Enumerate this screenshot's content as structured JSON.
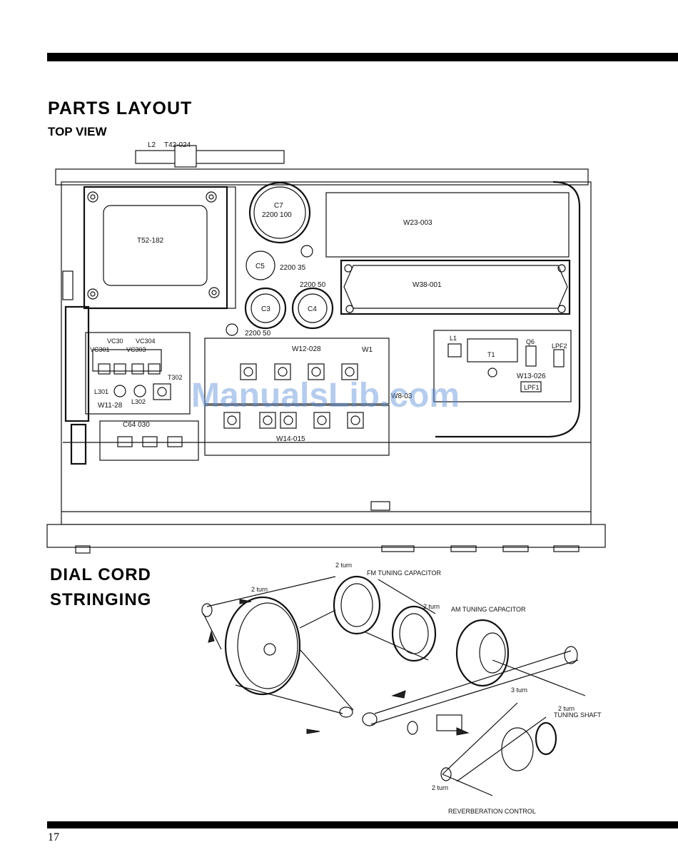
{
  "page": {
    "title": "PARTS LAYOUT",
    "subtitle": "TOP VIEW",
    "section2_line1": "DIAL CORD",
    "section2_line2": "STRINGING",
    "page_number": "17",
    "watermark": "ManualsLib.com"
  },
  "top_view": {
    "labels": {
      "l2": "L2",
      "t42": "T42-024",
      "t52": "T52-182",
      "c7": "C7",
      "c7_val": "2200 100",
      "c5": "C5",
      "c5_val": "2200 35",
      "c4": "C4",
      "c4_val": "2200 50",
      "c3": "C3",
      "c3_val": "2200 50",
      "w23": "W23-003",
      "w38": "W38-001",
      "vc302": "VC30",
      "vc304": "VC304",
      "vc301": "VC301",
      "vc303": "VC303",
      "t302": "T302",
      "l301": "L301",
      "l302": "L302",
      "w11": "W11-28",
      "c64": "C64 030",
      "w12": "W12-028",
      "w14": "W14-015",
      "w13": "W13-026",
      "w8": "W8-03",
      "w1": "W1",
      "lpf1": "LPF1",
      "lpf2": "LPF2",
      "q6": "Q6",
      "t1": "T1",
      "l1": "L1"
    }
  },
  "dial_cord": {
    "labels": {
      "fm_cap": "FM TUNING CAPACITOR",
      "am_cap": "AM TUNING CAPACITOR",
      "tuning_shaft": "TUNING SHAFT",
      "reverb": "REVERBERATION CONTROL",
      "turn2": "2 turn",
      "turn3": "3 turn"
    }
  }
}
